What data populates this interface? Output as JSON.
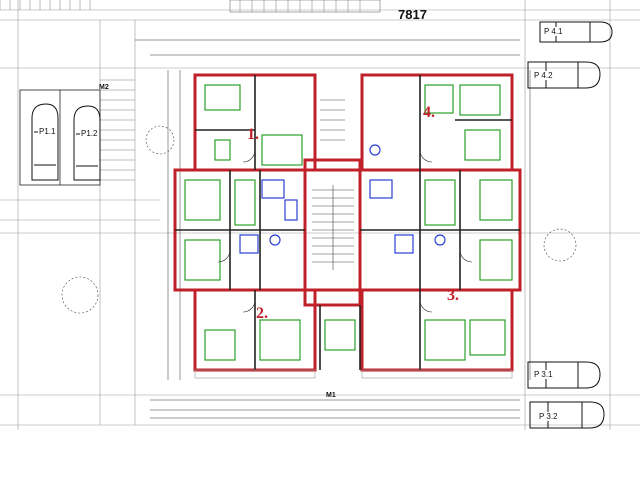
{
  "lot_number": "7817",
  "units": [
    {
      "label": "1."
    },
    {
      "label": "2."
    },
    {
      "label": "3."
    },
    {
      "label": "4."
    }
  ],
  "parking": [
    {
      "label": "P 4.1"
    },
    {
      "label": "P 4.2"
    },
    {
      "label": "P1.1"
    },
    {
      "label": "P1.2"
    },
    {
      "label": "P 3.1"
    },
    {
      "label": "P 3.2"
    }
  ],
  "markers": [
    {
      "label": "M2"
    },
    {
      "label": "M1"
    }
  ],
  "colors": {
    "wall": "#c0202a",
    "furniture": "#2aa02a",
    "fixture": "#2b3fd1",
    "line": "#222222",
    "grid": "#bfbfbf"
  }
}
